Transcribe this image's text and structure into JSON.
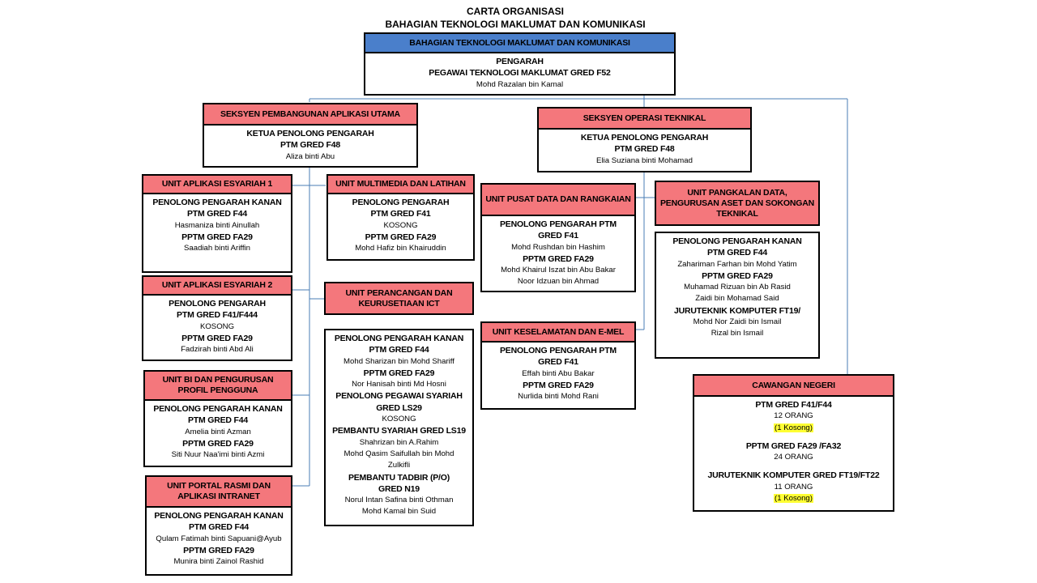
{
  "title": {
    "line1": "CARTA ORGANISASI",
    "line2": "BAHAGIAN TEKNOLOGI MAKLUMAT DAN KOMUNIKASI"
  },
  "top": {
    "header": "BAHAGIAN TEKNOLOGI MAKLUMAT DAN KOMUNIKASI",
    "lines": [
      "PENGARAH",
      "PEGAWAI TEKNOLOGI MAKLUMAT GRED  F52",
      "Mohd Razalan  bin  Kamal"
    ]
  },
  "seksyen_aplikasi": {
    "header": "SEKSYEN PEMBANGUNAN  APLIKASI UTAMA",
    "lines": [
      "KETUA PENOLONG PENGARAH",
      "PTM GRED F48",
      "Aliza binti  Abu"
    ]
  },
  "seksyen_operasi": {
    "header": "SEKSYEN OPERASI TEKNIKAL",
    "lines": [
      "KETUA PENOLONG PENGARAH",
      "PTM GRED F48",
      "Elia Suziana binti  Mohamad"
    ]
  },
  "unit_esyariah1": {
    "header": "UNIT APLIKASI ESYARIAH 1",
    "lines": [
      "PENOLONG PENGARAH KANAN",
      "PTM GRED F44",
      "Hasmaniza binti  Ainullah",
      "PPTM GRED FA29",
      "Saadiah  binti  Ariffin"
    ]
  },
  "unit_esyariah2": {
    "header": "UNIT APLIKASI ESYARIAH 2",
    "lines": [
      "PENOLONG PENGARAH",
      "PTM GRED F41/F444",
      "KOSONG",
      "PPTM GRED FA29",
      "Fadzirah  binti  Abd Ali"
    ]
  },
  "unit_bi": {
    "header": "UNIT BI DAN PENGURUSAN PROFIL PENGGUNA",
    "lines": [
      "PENOLONG PENGARAH KANAN",
      "PTM GRED F44",
      "Amelia binti  Azman",
      "PPTM GRED FA29",
      "Siti Nuur Naa'imi binti  Azmi"
    ]
  },
  "unit_portal": {
    "header": "UNIT PORTAL RASMI DAN APLIKASI INTRANET",
    "lines": [
      "PENOLONG PENGARAH KANAN",
      "PTM GRED F44",
      "Qulam Fatimah  binti  Sapuani@Ayub",
      "PPTM GRED FA29",
      "Munira binti  Zainol  Rashid"
    ]
  },
  "unit_multimedia": {
    "header": "UNIT MULTIMEDIA DAN LATIHAN",
    "lines": [
      "PENOLONG PENGARAH",
      "PTM GRED F41",
      "KOSONG",
      "PPTM GRED FA29",
      "Mohd Hafiz bin  Khairuddin"
    ]
  },
  "unit_perancangan": {
    "header": "UNIT PERANCANGAN  DAN KEURUSETIAAN ICT",
    "lines": [
      "PENOLONG PENGARAH KANAN",
      "PTM GRED F44",
      "Mohd  Sharizan  bin  Mohd  Shariff",
      "PPTM GRED FA29",
      "Nor Hanisah binti  Md Hosni",
      "PENOLONG PEGAWAI SYARIAH",
      "GRED  LS29",
      "KOSONG",
      "PEMBANTU SYARIAH GRED  LS19",
      "Shahrizan  bin  A.Rahim",
      "Mohd  Qasim Saifullah   bin  Mohd",
      "Zulkifli",
      "PEMBANTU TADBIR (P/O)",
      "GRED  N19",
      "Norul Intan  Safina binti  Othman",
      "Mohd Kamal bin Suid"
    ]
  },
  "unit_pusat_data": {
    "header": "UNIT PUSAT DATA DAN RANGKAIAN",
    "lines": [
      "PENOLONG PENGARAH PTM",
      "GRED  F41",
      "Mohd  Rushdan  bin  Hashim",
      "PPTM GRED FA29",
      "Mohd  Khairul  Iszat bin  Abu Bakar",
      "Noor  Idzuan  bin  Ahmad"
    ]
  },
  "unit_keselamatan": {
    "header": "UNIT KESELAMATAN DAN E-MEL",
    "lines": [
      "PENOLONG PENGARAH PTM",
      "GRED  F41",
      "Effah binti  Abu Bakar",
      "PPTM GRED FA29",
      "Nurlida binti  Mohd Rani"
    ]
  },
  "unit_pangkalan": {
    "header": "UNIT PANGKALAN DATA, PENGURUSAN ASET DAN SOKONGAN TEKNIKAL",
    "lines": [
      "PENOLONG PENGARAH KANAN",
      "PTM GRED F44",
      "Zahariman   Farhan bin Mohd Yatim",
      "PPTM GRED FA29",
      "Muhamad  Rizuan  bin  Ab Rasid",
      "Zaidi  bin  Mohamad  Said",
      "JURUTEKNIK KOMPUTER FT19/",
      "Mohd  Nor Zaidi  bin  Ismail",
      "Rizal bin  Ismail"
    ]
  },
  "cawangan": {
    "header": "CAWANGAN   NEGERI",
    "lines": [
      "PTM GRED F41/F44",
      "12 ORANG",
      "(1 Kosong)",
      "PPTM GRED FA29  /FA32",
      "24 ORANG",
      "JURUTEKNIK KOMPUTER GRED  FT19/FT22",
      "11 ORANG",
      "(1 Kosong)"
    ]
  },
  "colors": {
    "unit_header_fill": "#f4777c",
    "top_header_fill": "#4a7fcb",
    "connector": "#4a7cb5",
    "highlight": "#ffff33"
  }
}
